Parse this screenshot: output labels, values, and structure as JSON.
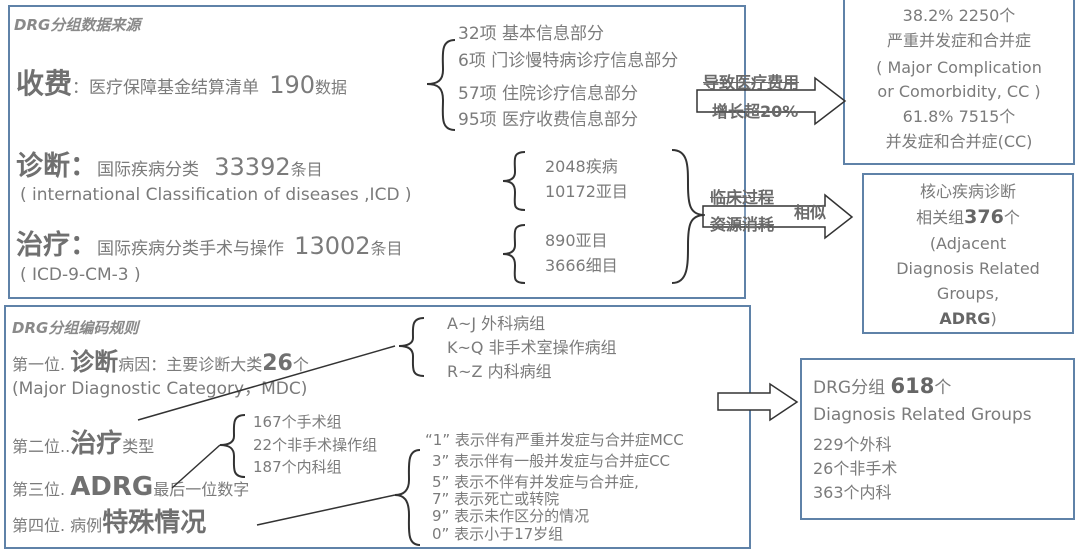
{
  "source_box": {
    "title": "DRG分组数据来源",
    "fee": {
      "label": "收费",
      "desc": "：医疗保障基金结算清单",
      "count": "190",
      "unit": "数据",
      "items": [
        "32项 基本信息部分",
        "6项 门诊慢特病诊疗信息部分",
        "57项 住院诊疗信息部分",
        "95项 医疗收费信息部分"
      ]
    },
    "diagnosis": {
      "label": "诊断：",
      "desc": "国际疾病分类",
      "count": "33392",
      "unit": "条目",
      "sub": "( international Classification of diseases ,ICD )",
      "items": [
        "2048疾病",
        "10172亚目"
      ]
    },
    "treatment": {
      "label": "治疗：",
      "desc": "国际疾病分类手术与操作",
      "count": "13002",
      "unit": "条目",
      "sub": "(  ICD-9-CM-3  )",
      "items": [
        "890亚目",
        "3666细目"
      ]
    }
  },
  "arrows": {
    "cost": [
      "导致医疗费用",
      "增长超20%"
    ],
    "clinical": [
      "临床过程",
      "资源消耗",
      "相似"
    ]
  },
  "cc_box": [
    "38.2% 2250个",
    "严重并发症和合并症",
    "(  Major Complication",
    "or Comorbidity, CC )",
    "61.8% 7515个",
    "并发症和合并症(CC)"
  ],
  "adrg_box": {
    "line1": "核心疾病诊断",
    "line2a": "相关组",
    "line2b": "376",
    "line2c": "个",
    "line3": "(Adjacent",
    "line4": "Diagnosis Related",
    "line5": "Groups,",
    "line6a": "ADRG",
    "line6b": ")"
  },
  "rule_box": {
    "title": "DRG分组编码规则",
    "pos1": {
      "prefix": "第一位. ",
      "key": "诊断",
      "rest": "病因：主要诊断大类",
      "num": "26",
      "unit": "个",
      "sub": "(Major Diagnostic Category，MDC)",
      "items": [
        "A~J  外科病组",
        "K~Q 非手术室操作病组",
        "R~Z  内科病组"
      ]
    },
    "pos2": {
      "prefix": "第二位..",
      "key": "治疗",
      "rest": "类型",
      "items": [
        "167个手术组",
        "22个非手术操作组",
        "187个内科组"
      ]
    },
    "pos3": {
      "prefix": "第三位. ",
      "key": "ADRG",
      "rest": "最后一位数字"
    },
    "pos4": {
      "prefix": "第四位. 病例",
      "key": "特殊情况",
      "items": [
        "“1” 表示伴有严重并发症与合并症MCC",
        "3” 表示伴有一般并发症与合并症CC",
        "5” 表示不伴有并发症与合并症,",
        "7” 表示死亡或转院",
        "9” 表示未作区分的情况",
        "0” 表示小于17岁组"
      ]
    }
  },
  "drg_box": {
    "a": "DRG分组 ",
    "num": "618",
    "unit": "个",
    "line2": "Diagnosis Related Groups",
    "items": [
      "229个外科",
      "26个非手术",
      "363个内科"
    ]
  }
}
